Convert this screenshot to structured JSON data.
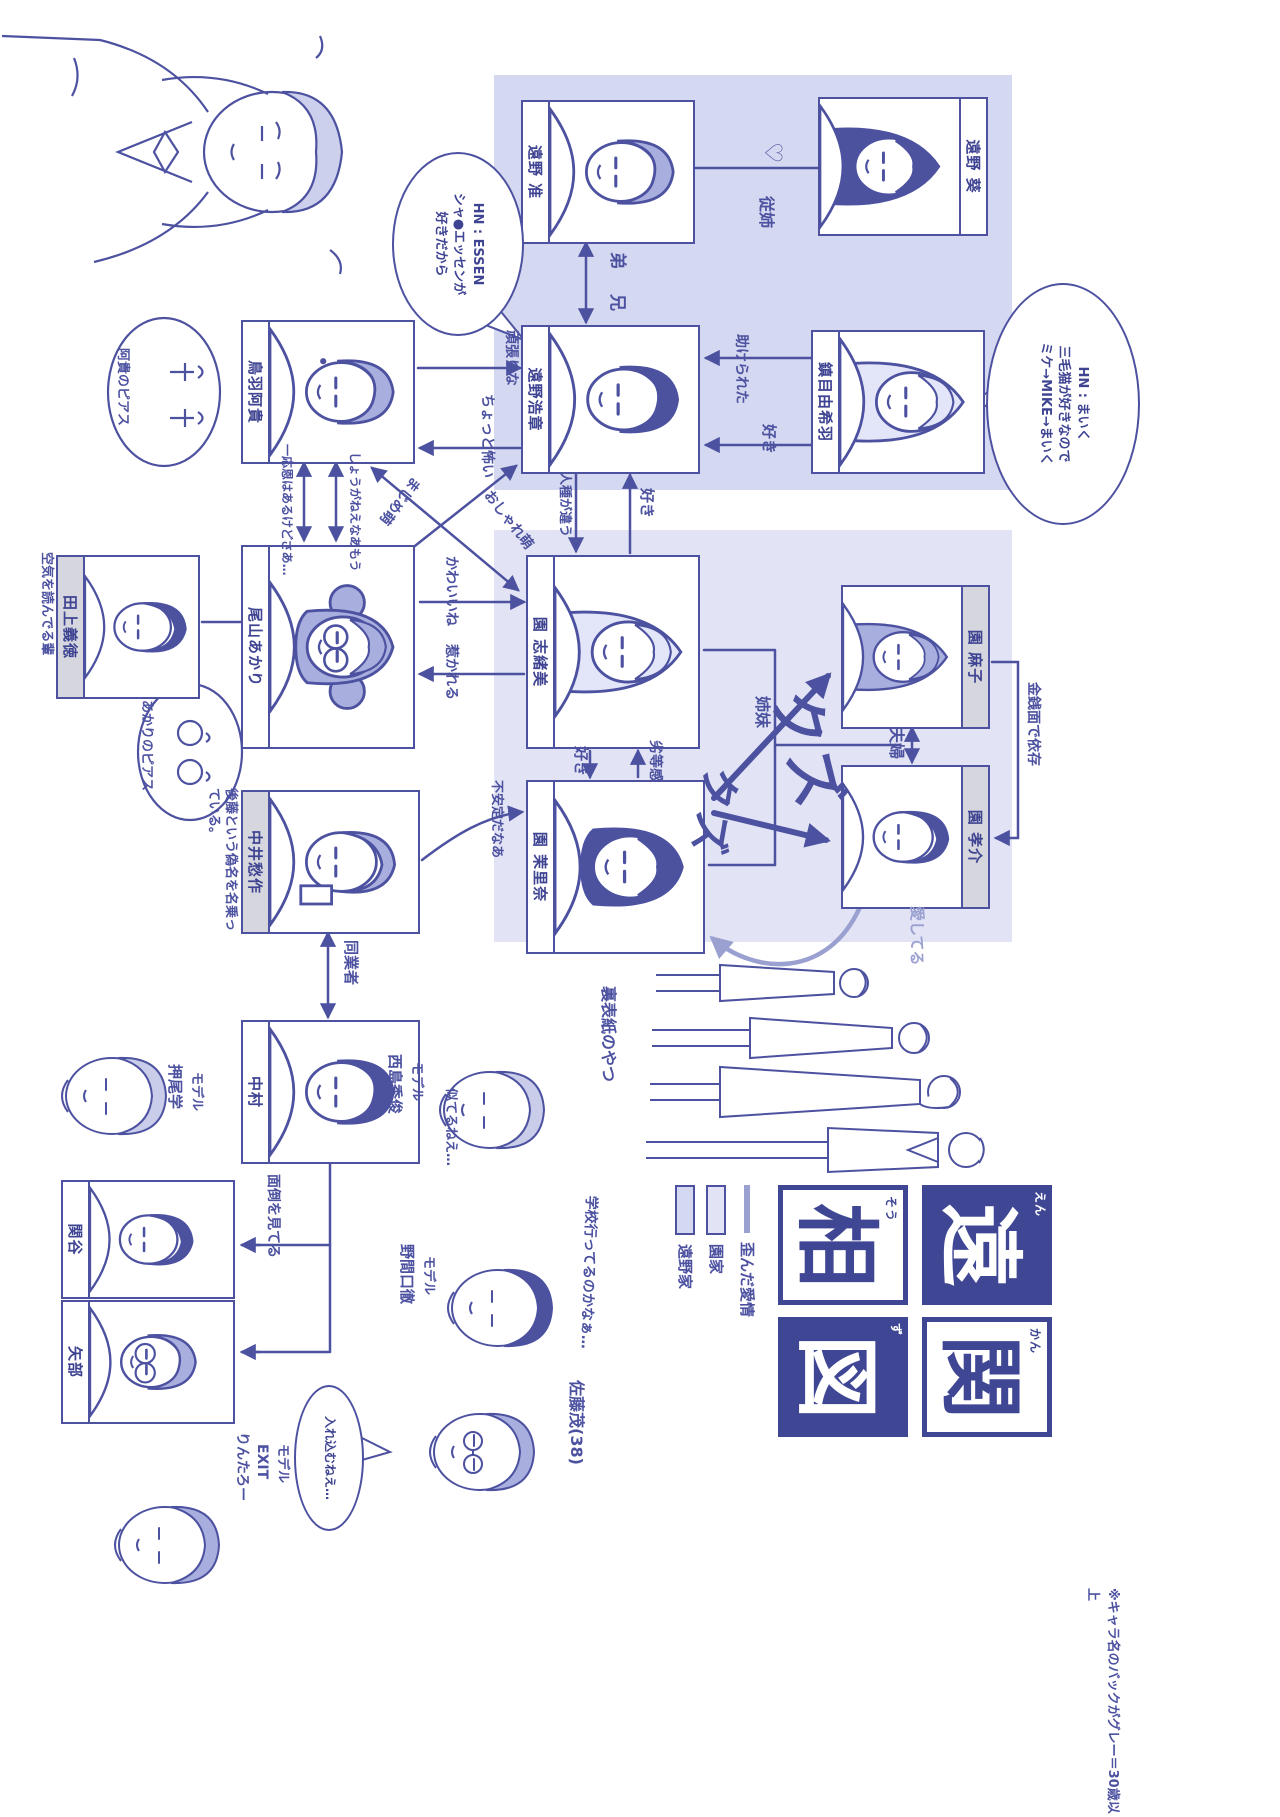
{
  "colors": {
    "ink": "#4c51a0",
    "light_ink": "#9aa0d0",
    "tono_panel": "#d4d8f0",
    "sono_panel": "#e2e4f5",
    "title_block": "#3f4694"
  },
  "title": {
    "blocks": [
      {
        "char": "遠",
        "kana": "えん"
      },
      {
        "char": "関",
        "kana": "かん"
      },
      {
        "char": "相",
        "kana": "そう"
      },
      {
        "char": "図",
        "kana": "ず"
      }
    ],
    "note": "※キャラ名のバックがグレー＝30歳以上"
  },
  "legend": {
    "twisted": "歪んだ愛情",
    "sono": "園家",
    "tono": "遠野家"
  },
  "cards": [
    {
      "id": "aoi",
      "name": "遠野 葵",
      "look": {
        "hair": "long",
        "shade": "dark"
      }
    },
    {
      "id": "jun",
      "name": "遠野 准",
      "look": {
        "hair": "boy",
        "shade": "mid"
      }
    },
    {
      "id": "yukiha",
      "name": "鎮目由希羽",
      "look": {
        "hair": "long",
        "shade": "light"
      }
    },
    {
      "id": "hiroaki",
      "name": "遠野浩章",
      "look": {
        "hair": "boy",
        "shade": "dark"
      }
    },
    {
      "id": "aki",
      "name": "鳥羽阿貴",
      "look": {
        "hair": "boy",
        "shade": "mid",
        "earring": true
      }
    },
    {
      "id": "akari",
      "name": "尾山あかり",
      "look": {
        "hair": "twin",
        "shade": "mid",
        "glasses": true
      }
    },
    {
      "id": "tagami",
      "name": "田上義徳",
      "gray": true,
      "look": {
        "hair": "slick",
        "shade": "dark"
      }
    },
    {
      "id": "shiomi",
      "name": "園 志緒美",
      "look": {
        "hair": "long",
        "shade": "light"
      }
    },
    {
      "id": "asako",
      "name": "園 麻子",
      "gray": true,
      "look": {
        "hair": "long",
        "shade": "mid"
      }
    },
    {
      "id": "kosuke",
      "name": "園 孝介",
      "gray": true,
      "look": {
        "hair": "slick",
        "shade": "dark"
      }
    },
    {
      "id": "marina",
      "name": "園 茉里奈",
      "look": {
        "hair": "bob",
        "shade": "dark"
      }
    },
    {
      "id": "shusaku",
      "name": "中井愁作",
      "gray": true,
      "look": {
        "hair": "slick",
        "shade": "mid",
        "phone": true
      }
    },
    {
      "id": "nakamura",
      "name": "中村",
      "look": {
        "hair": "boy",
        "shade": "dark"
      }
    },
    {
      "id": "sekiya",
      "name": "関谷",
      "look": {
        "hair": "slick",
        "shade": "dark"
      }
    },
    {
      "id": "yabe",
      "name": "矢部",
      "look": {
        "hair": "boy",
        "shade": "mid",
        "glasses": true
      }
    }
  ],
  "labels": {
    "cousin": "従姉",
    "heart": "♡",
    "otouto": "弟",
    "ani": "兄",
    "tasukerareta": "助けられた",
    "suki1": "好き",
    "ganbarina": "頑張りな",
    "kowai": "ちょっと怖い",
    "oshare_moe": "おしゃれ萌",
    "majime_moe": "まじめ萌",
    "shouganee": "しょうがねえなあもう",
    "on": "一応恩はあるけどさあ…",
    "kawaii": "かわいいね",
    "hikareru": "惹かれる",
    "suki2": "好き",
    "jinshu": "人種が違う",
    "suki3": "好き",
    "rettokan": "劣等感",
    "shimai": "姉妹",
    "fufu": "夫婦",
    "kinsen": "金銭面で依存",
    "aishiteru": "愛してる",
    "fuantei": "不安定だなあ",
    "dogyosha": "同業者",
    "mendo": "面倒を見てる"
  },
  "bubbles": {
    "essen": [
      "HN : ESSEN",
      "シャ●エッセンが",
      "好きだから"
    ],
    "maiku": [
      "HN : まいく",
      "三毛猫が好きなので",
      "ミケ→MIKE→まいく"
    ],
    "irekomi": "入れ込むねえ…"
  },
  "sketches": {
    "kuzu": "クズ",
    "goto_note": "後藤という偽名を名乗っている。",
    "kuuki_note": "空気を読んでる輩",
    "aki_pierce": "阿貴のピアス",
    "akari_pierce": "あかりのピアス",
    "back_cover": "裏表紙のやつ",
    "school": "学校行ってるのかなぁ…",
    "sato": "佐藤茂(38)",
    "niteru": "似てるねえ…",
    "oshio": [
      "モデル",
      "押尾学"
    ],
    "nishijima": [
      "モデル",
      "西島秀俊"
    ],
    "nomaguchi": [
      "モデル",
      "野間口徹"
    ],
    "rintaro": [
      "モデル",
      "EXIT",
      "りんたろー"
    ]
  }
}
